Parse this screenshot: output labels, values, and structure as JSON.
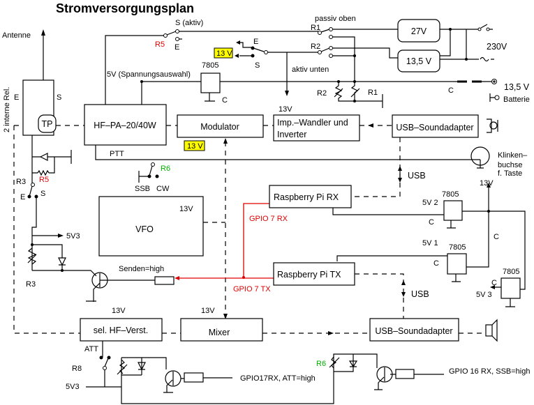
{
  "title": "Stromversorgungsplan",
  "colors": {
    "gpio_wire": "#e00000",
    "relay_r6": "#00b000",
    "highlight_13v": "#ffff00"
  },
  "blocks": {
    "hf_pa": "HF–PA–20/40W",
    "modulator": "Modulator",
    "imp_wandler_1": "Imp.–Wandler und",
    "imp_wandler_2": "Inverter",
    "usb_sound_top": "USB–Soundadapter",
    "psu_27": "27V",
    "psu_135": "13,5 V",
    "reg_top": "7805",
    "rpi_rx": "Raspberry Pi RX",
    "vfo": "VFO",
    "rpi_tx": "Raspberry Pi TX",
    "sel_hf": "sel. HF–Verst.",
    "mixer": "Mixer",
    "usb_sound_bottom": "USB–Soundadapter",
    "reg_5v2": "7805",
    "reg_5v1": "7805",
    "reg_5v3": "7805",
    "tp": "TP"
  },
  "labels": {
    "antenne": "Antenne",
    "s_aktiv": "S (aktiv)",
    "r5_top": "R5",
    "e_r5": "E",
    "e_13v": "E",
    "s_13v": "S",
    "v13_sw": "13 V",
    "v5_auswahl": "5V (Spannungsauswahl)",
    "c_top": "C",
    "e_ant": "E",
    "s_ant": "S",
    "interne_rel": "2 interne Rel.",
    "v13_mod": "13 V",
    "ptt": "PTT",
    "r6_top": "R6",
    "ssb": "SSB",
    "cw": "CW",
    "r3_top": "R3",
    "r5_left": "R5",
    "e_r3": "E",
    "s_r3": "S",
    "passiv_oben": "passiv oben",
    "r1_sw": "R1",
    "r2_sw": "R2",
    "aktiv_unten": "aktiv unten",
    "v13_imp": "13V",
    "v230": "230V",
    "v135_bat": "13,5 V",
    "batterie": "Batterie",
    "c_bat": "C",
    "r2_res": "R2",
    "r1_res": "R1",
    "klinken_1": "Klinken–",
    "klinken_2": "buchse",
    "klinken_3": "f. Taste",
    "usb_top": "USB",
    "v13_right": "13V",
    "v5_2": "5V 2",
    "c_5v2": "C",
    "c_right": "C",
    "gpio7rx": "GPIO 7 RX",
    "v13_vfo": "13V",
    "v5v3_left": "5V3",
    "v5_1": "5V 1",
    "c_5v1": "C",
    "r3_bottom": "R3",
    "senden": "Senden=high",
    "gpio7tx": "GPIO 7 TX",
    "c_5v3": "C",
    "v5_3": "5V 3",
    "usb_bottom": "USB",
    "v13_sel": "13V",
    "v13_mixer": "13V",
    "att": "ATT",
    "r8": "R8",
    "v5v3_bottom": "5V3",
    "gpio17": "GPIO17RX, ATT=high",
    "r6_bottom": "R6",
    "gpio16": "GPIO 16 RX, SSB=high"
  }
}
